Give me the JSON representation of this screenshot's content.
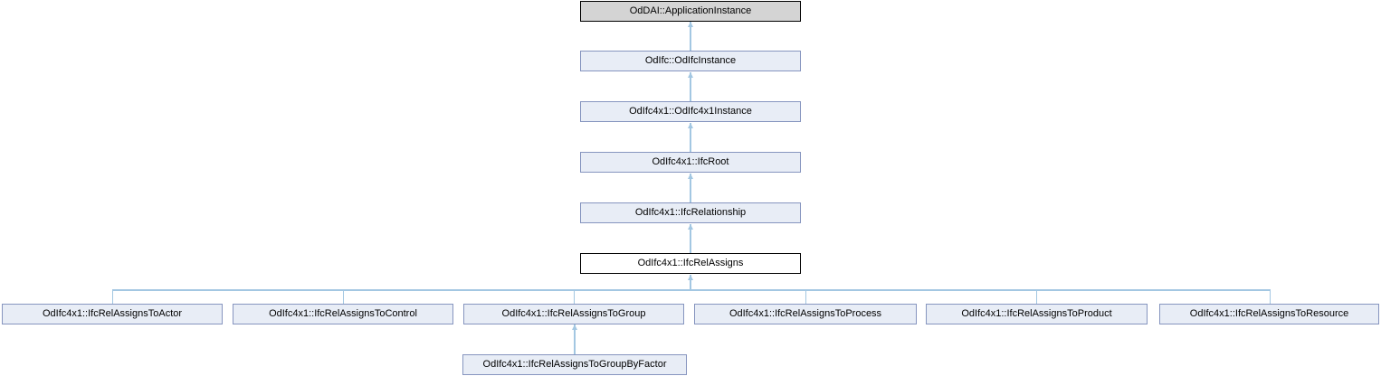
{
  "diagram": {
    "kind": "class-inheritance-graph",
    "colors": {
      "edge": "#a3c7e2",
      "node_fill": "#e8edf6",
      "node_border": "#8695bf",
      "root_node_fill": "#d4d4d4",
      "root_node_border": "#000000",
      "current_node_fill": "#ffffff",
      "current_node_border": "#000000",
      "label_text": "#000000",
      "background": "#ffffff"
    },
    "nodes": {
      "application_instance": {
        "label": "OdDAI::ApplicationInstance",
        "style": "root"
      },
      "odifc_instance": {
        "label": "OdIfc::OdIfcInstance",
        "style": "link"
      },
      "odifc4x1_instance": {
        "label": "OdIfc4x1::OdIfc4x1Instance",
        "style": "link"
      },
      "ifc_root": {
        "label": "OdIfc4x1::IfcRoot",
        "style": "link"
      },
      "ifc_relationship": {
        "label": "OdIfc4x1::IfcRelationship",
        "style": "link"
      },
      "ifc_rel_assigns": {
        "label": "OdIfc4x1::IfcRelAssigns",
        "style": "current"
      },
      "to_actor": {
        "label": "OdIfc4x1::IfcRelAssignsToActor",
        "style": "link"
      },
      "to_control": {
        "label": "OdIfc4x1::IfcRelAssignsToControl",
        "style": "link"
      },
      "to_group": {
        "label": "OdIfc4x1::IfcRelAssignsToGroup",
        "style": "link"
      },
      "to_process": {
        "label": "OdIfc4x1::IfcRelAssignsToProcess",
        "style": "link"
      },
      "to_product": {
        "label": "OdIfc4x1::IfcRelAssignsToProduct",
        "style": "link"
      },
      "to_resource": {
        "label": "OdIfc4x1::IfcRelAssignsToResource",
        "style": "link"
      },
      "to_group_by_factor": {
        "label": "OdIfc4x1::IfcRelAssignsToGroupByFactor",
        "style": "link"
      }
    },
    "edges": [
      {
        "from": "OdIfc::OdIfcInstance",
        "to": "OdDAI::ApplicationInstance",
        "type": "inheritance"
      },
      {
        "from": "OdIfc4x1::OdIfc4x1Instance",
        "to": "OdIfc::OdIfcInstance",
        "type": "inheritance"
      },
      {
        "from": "OdIfc4x1::IfcRoot",
        "to": "OdIfc4x1::OdIfc4x1Instance",
        "type": "inheritance"
      },
      {
        "from": "OdIfc4x1::IfcRelationship",
        "to": "OdIfc4x1::IfcRoot",
        "type": "inheritance"
      },
      {
        "from": "OdIfc4x1::IfcRelAssigns",
        "to": "OdIfc4x1::IfcRelationship",
        "type": "inheritance"
      },
      {
        "from": "OdIfc4x1::IfcRelAssignsToActor",
        "to": "OdIfc4x1::IfcRelAssigns",
        "type": "inheritance"
      },
      {
        "from": "OdIfc4x1::IfcRelAssignsToControl",
        "to": "OdIfc4x1::IfcRelAssigns",
        "type": "inheritance"
      },
      {
        "from": "OdIfc4x1::IfcRelAssignsToGroup",
        "to": "OdIfc4x1::IfcRelAssigns",
        "type": "inheritance"
      },
      {
        "from": "OdIfc4x1::IfcRelAssignsToProcess",
        "to": "OdIfc4x1::IfcRelAssigns",
        "type": "inheritance"
      },
      {
        "from": "OdIfc4x1::IfcRelAssignsToProduct",
        "to": "OdIfc4x1::IfcRelAssigns",
        "type": "inheritance"
      },
      {
        "from": "OdIfc4x1::IfcRelAssignsToResource",
        "to": "OdIfc4x1::IfcRelAssigns",
        "type": "inheritance"
      },
      {
        "from": "OdIfc4x1::IfcRelAssignsToGroupByFactor",
        "to": "OdIfc4x1::IfcRelAssignsToGroup",
        "type": "inheritance"
      }
    ]
  }
}
